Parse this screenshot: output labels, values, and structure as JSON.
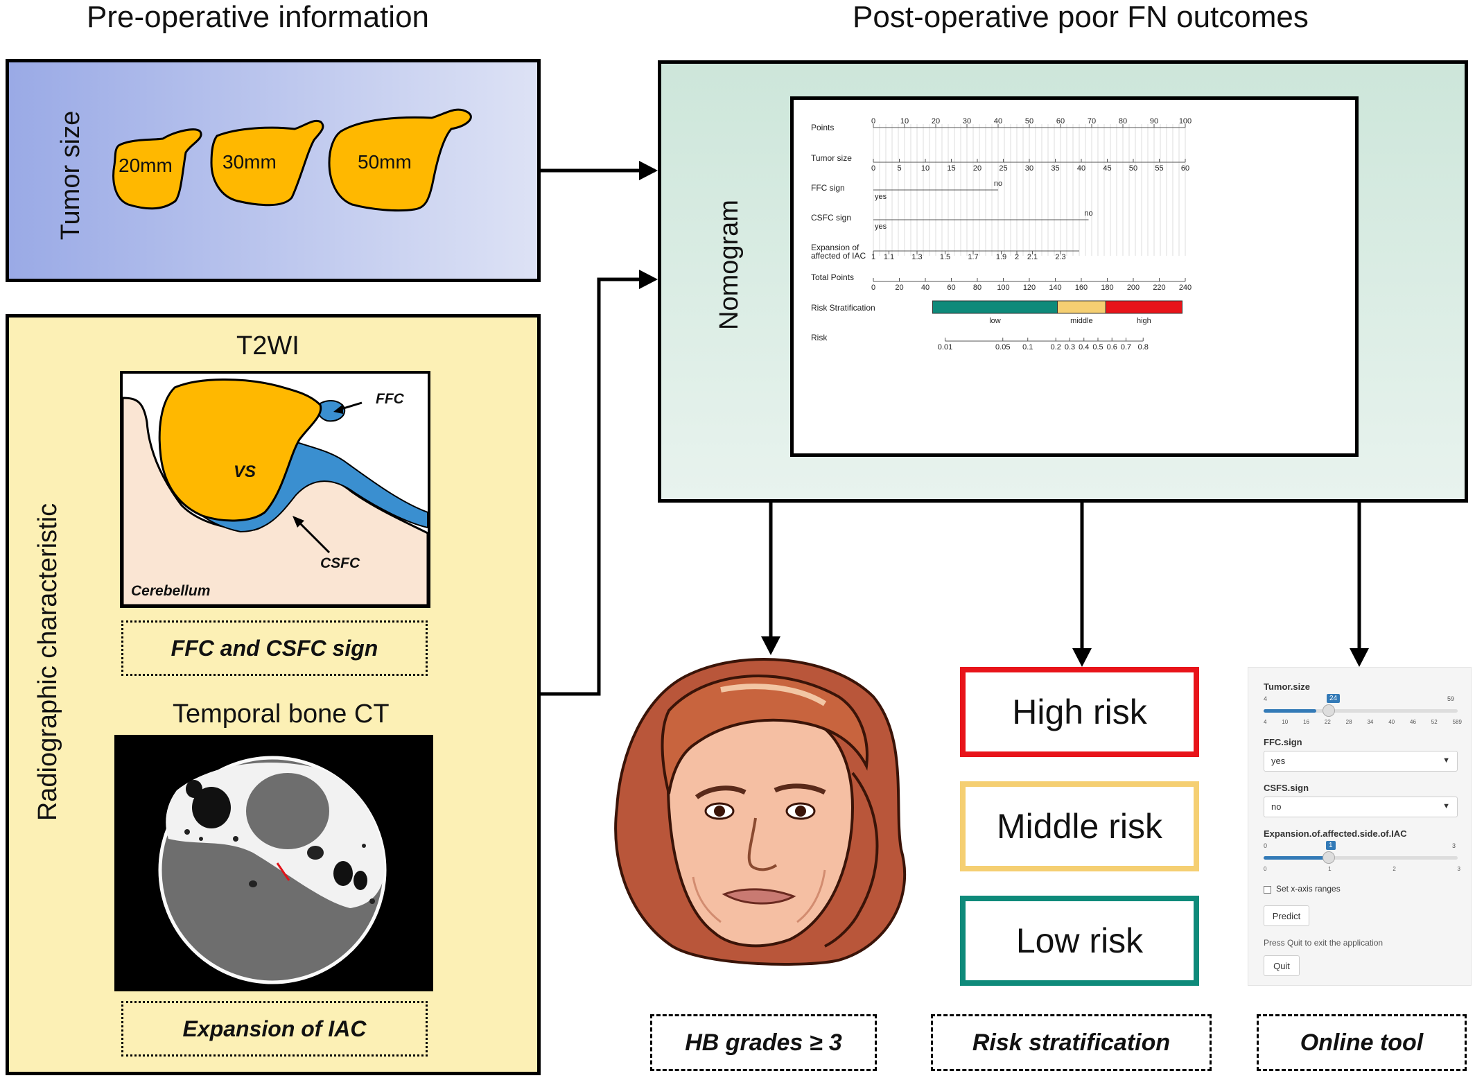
{
  "headings": {
    "left": "Pre-operative information",
    "right": "Post-operative poor FN outcomes"
  },
  "tumor_panel": {
    "label": "Tumor size",
    "sizes": [
      "20mm",
      "30mm",
      "50mm"
    ]
  },
  "radiographic_panel": {
    "label": "Radiographic characteristic",
    "t2wi_title": "T2WI",
    "t2wi_labels": {
      "ffc": "FFC",
      "vs": "VS",
      "csfc": "CSFC",
      "cerebellum": "Cerebellum"
    },
    "t2wi_caption": "FFC and CSFC sign",
    "ct_title": "Temporal bone CT",
    "ct_caption": "Expansion  of IAC"
  },
  "nomogram_panel": {
    "label": "Nomogram",
    "rows": {
      "points": {
        "label": "Points",
        "ticks": [
          "0",
          "10",
          "20",
          "30",
          "40",
          "50",
          "60",
          "70",
          "80",
          "90",
          "100"
        ]
      },
      "tumor_size": {
        "label": "Tumor size",
        "ticks": [
          "0",
          "5",
          "10",
          "15",
          "20",
          "25",
          "30",
          "35",
          "40",
          "45",
          "50",
          "55",
          "60"
        ]
      },
      "ffc": {
        "label": "FFC sign",
        "no": "no",
        "yes": "yes"
      },
      "csfc": {
        "label": "CSFC sign",
        "no": "no",
        "yes": "yes"
      },
      "iac": {
        "label_1": "Expansion of",
        "label_2": "affected of IAC",
        "ticks": [
          "1",
          "1.1",
          "1.3",
          "1.5",
          "1.7",
          "1.9",
          "2",
          "2.1",
          "2.3"
        ]
      },
      "total": {
        "label": "Total Points",
        "ticks": [
          "0",
          "20",
          "40",
          "60",
          "80",
          "100",
          "120",
          "140",
          "160",
          "180",
          "200",
          "220",
          "240"
        ]
      },
      "strat": {
        "label": "Risk Stratification",
        "segments": [
          "low",
          "middle",
          "high"
        ]
      },
      "risk": {
        "label": "Risk",
        "ticks": [
          "0.01",
          "0.05",
          "0.1",
          "0.2",
          "0.3",
          "0.4",
          "0.5",
          "0.6",
          "0.7",
          "0.8"
        ]
      }
    }
  },
  "risk_boxes": {
    "high": "High risk",
    "middle": "Middle risk",
    "low": "Low risk"
  },
  "captions": {
    "hb": "HB grades ≥ 3",
    "risk": "Risk stratification",
    "tool": "Online tool"
  },
  "online_tool": {
    "tumor_label": "Tumor.size",
    "tumor_min": "4",
    "tumor_value": "24",
    "tumor_max": "59",
    "tumor_ticks": [
      "4",
      "10",
      "16",
      "22",
      "28",
      "34",
      "40",
      "46",
      "52",
      "589"
    ],
    "ffc_label": "FFC.sign",
    "ffc_value": "yes",
    "csfs_label": "CSFS.sign",
    "csfs_value": "no",
    "iac_label": "Expansion.of.affected.side.of.IAC",
    "iac_min": "0",
    "iac_value": "1",
    "iac_max": "3",
    "iac_ticks": [
      "0",
      "1",
      "2",
      "3"
    ],
    "checkbox_label": "Set x-axis ranges",
    "predict_label": "Predict",
    "quit_hint": "Press Quit to exit the application",
    "quit_label": "Quit"
  },
  "colors": {
    "tumor_fill": "#FFB800",
    "csf_blue": "#3A8FD0",
    "brain": "#FAE5D3",
    "low": "#0E8A7A",
    "middle": "#F5CF72",
    "high": "#E8141A",
    "tool_accent": "#337AB7"
  }
}
